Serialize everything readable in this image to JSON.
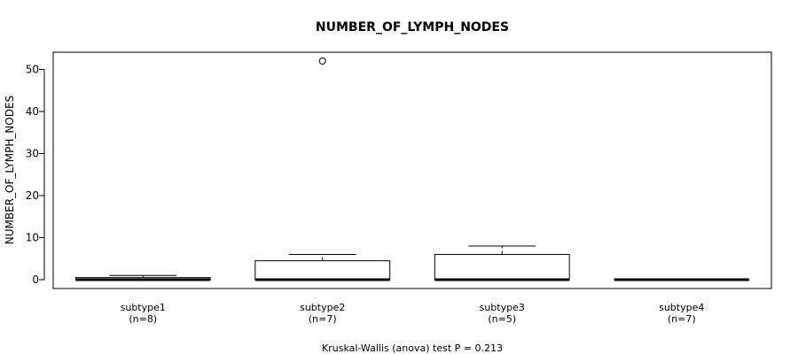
{
  "chart_data": {
    "type": "boxplot",
    "title": "NUMBER_OF_LYMPH_NODES",
    "ylabel": "NUMBER_OF_LYMPH_NODES",
    "xlabel": "",
    "ylim": [
      -2.1,
      54.1
    ],
    "y_ticks": [
      0,
      10,
      20,
      30,
      40,
      50
    ],
    "categories": [
      "subtype1",
      "subtype2",
      "subtype3",
      "subtype4"
    ],
    "counts": [
      "(n=8)",
      "(n=7)",
      "(n=5)",
      "(n=7)"
    ],
    "boxes": [
      {
        "name": "subtype1",
        "min": 0,
        "q1": 0,
        "median": 0,
        "q3": 0.5,
        "max": 1,
        "outliers": []
      },
      {
        "name": "subtype2",
        "min": 0,
        "q1": 0,
        "median": 0,
        "q3": 4.5,
        "max": 6,
        "outliers": [
          52
        ]
      },
      {
        "name": "subtype3",
        "min": 0,
        "q1": 0,
        "median": 0,
        "q3": 6,
        "max": 8,
        "outliers": []
      },
      {
        "name": "subtype4",
        "min": 0,
        "q1": 0,
        "median": 0,
        "q3": 0,
        "max": 0,
        "outliers": []
      }
    ],
    "footnote": "Kruskal-Wallis (anova) test P = 0.213",
    "grid": false,
    "legend": "none"
  }
}
